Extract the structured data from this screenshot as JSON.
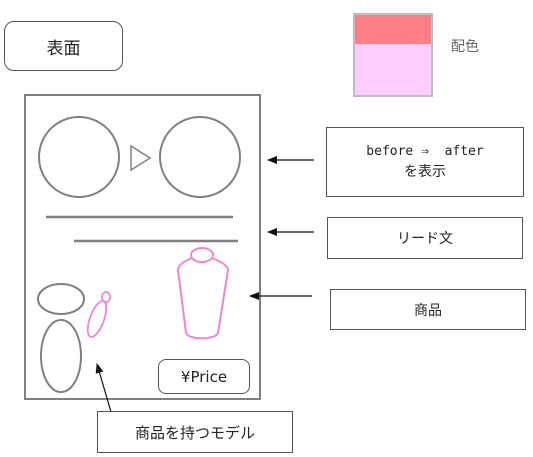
{
  "title": "表面",
  "color_swatch": {
    "label": "配色",
    "top_color": "#ff7f86",
    "bottom_color": "#ffccff"
  },
  "annotations": {
    "before_after_line1": "before ⇒  after",
    "before_after_line2": "を表示",
    "lead_text": "リード文",
    "product": "商品",
    "model": "商品を持つモデル"
  },
  "price_label": "¥Price",
  "colors": {
    "outline_gray": "#808080",
    "product_pink": "#ee88cc",
    "text": "#222222"
  }
}
